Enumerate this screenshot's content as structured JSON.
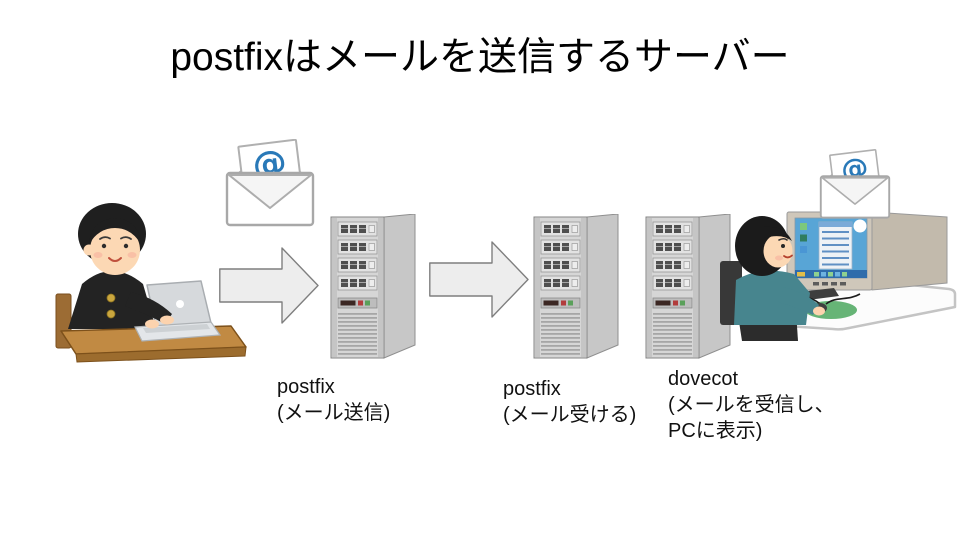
{
  "slide": {
    "title": "postfixはメールを送信するサーバー",
    "background": "#ffffff"
  },
  "labels": [
    {
      "lines": [
        "postfix",
        "(メール送信)"
      ]
    },
    {
      "lines": [
        "postfix",
        "(メール受ける)"
      ]
    },
    {
      "lines": [
        "dovecot",
        "(メールを受信し、",
        "PCに表示)"
      ]
    }
  ],
  "envelope": {
    "at_symbol": "@",
    "at_color": "#2979b8"
  },
  "icons": {
    "sender": "student-at-laptop-illustration",
    "envelope": "open-envelope-with-at-symbol-icon",
    "arrow": "right-block-arrow-icon",
    "server": "tower-server-icon",
    "receiver": "person-at-desktop-pc-illustration"
  },
  "colors": {
    "arrow_fill": "#ededed",
    "arrow_stroke": "#7f7f7f",
    "server_front": "#d6d6d6",
    "server_side": "#c7c7c7",
    "title_text": "#000000"
  }
}
